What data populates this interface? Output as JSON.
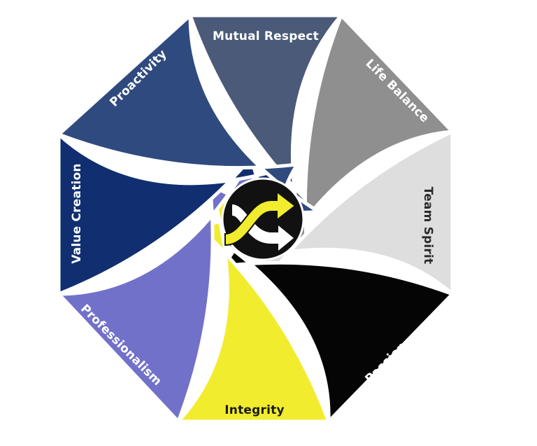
{
  "diagram": {
    "segments": [
      {
        "id": "mutual-respect",
        "label": "Mutual Respect",
        "fill": "#4a5a78",
        "text_color": "#ffffff"
      },
      {
        "id": "life-balance",
        "label": "Life Balance",
        "fill": "#8f8f8f",
        "text_color": "#ffffff"
      },
      {
        "id": "team-spirit",
        "label": "Team Spirit",
        "fill": "#dedede",
        "text_color": "#2a2a2a"
      },
      {
        "id": "passion",
        "label": "Passion",
        "fill": "#050505",
        "text_color": "#ffffff"
      },
      {
        "id": "integrity",
        "label": "Integrity",
        "fill": "#f2ec2e",
        "text_color": "#1a1a1a"
      },
      {
        "id": "professionalism",
        "label": "Professionalism",
        "fill": "#7271c9",
        "text_color": "#ffffff"
      },
      {
        "id": "value-creation",
        "label": "Value Creation",
        "fill": "#112f70",
        "text_color": "#ffffff"
      },
      {
        "id": "proactivity",
        "label": "Proactivity",
        "fill": "#2f4a7e",
        "text_color": "#ffffff"
      }
    ],
    "center_logo": {
      "icon": "crossing-arrows-icon",
      "circle_color": "#111111",
      "arrow_primary_color": "#f2ec2e",
      "arrow_secondary_color": "#ffffff"
    },
    "background_color": "#ffffff"
  }
}
